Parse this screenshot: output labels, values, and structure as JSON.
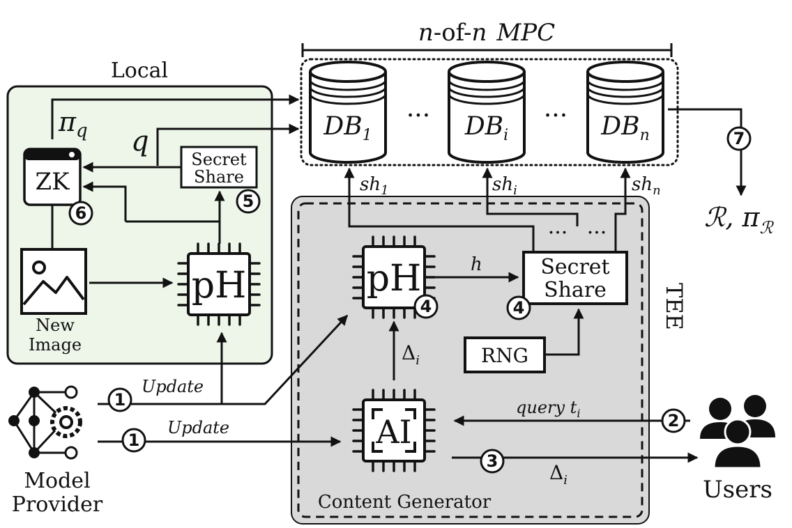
{
  "mpc": {
    "title_n1": "n",
    "title_mid": "-of-",
    "title_n2": "n",
    "title_mpc": "MPC"
  },
  "local": {
    "title": "Local"
  },
  "databases": [
    {
      "name": "DB",
      "sub": "1"
    },
    {
      "name": "DB",
      "sub": "i"
    },
    {
      "name": "DB",
      "sub": "n"
    }
  ],
  "ellipsis": "···",
  "labels": {
    "pi_q": "π",
    "pi_q_sub": "q",
    "q": "q",
    "zk": "ZK",
    "secret_share_local": [
      "Secret",
      "Share"
    ],
    "ph_local": "pH",
    "new_image": [
      "New",
      "Image"
    ],
    "sh1": "sh",
    "sh1_sub": "1",
    "shi": "sh",
    "shi_sub": "i",
    "shn": "sh",
    "shn_sub": "n",
    "result": "ℛ, π",
    "result_sub": "ℛ",
    "tee": "TEE",
    "ph_tee": "pH",
    "h": "h",
    "secret_share_tee": [
      "Secret",
      "Share"
    ],
    "rng": "RNG",
    "delta": "Δ",
    "delta_sub": "i",
    "ai": "AI",
    "content_generator": "Content Generator",
    "query": "query t",
    "query_sub": "i",
    "delta_out": "Δ",
    "delta_out_sub": "i",
    "update_top": "Update",
    "update_bottom": "Update",
    "model_provider": [
      "Model",
      "Provider"
    ],
    "users": "Users",
    "dots_top": "···"
  },
  "steps": [
    "1",
    "1",
    "2",
    "3",
    "4",
    "4",
    "5",
    "6",
    "7"
  ],
  "colors": {
    "local_bg": "#eef6ea",
    "tee_bg": "#d9d9d9",
    "ink": "#111111"
  }
}
